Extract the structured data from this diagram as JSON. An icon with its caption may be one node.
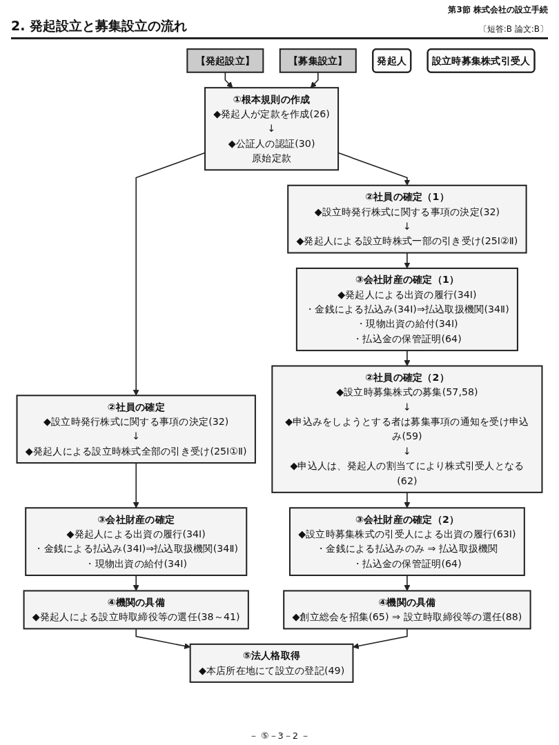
{
  "diagram": {
    "title": "2. 発起設立と募集設立の流れ",
    "nodes": [
      {
        "text": [
          "【発起設立】"
        ]
      },
      {
        "text": [
          "【募集設立】"
        ]
      },
      {
        "text": [
          "①根本規則の作成",
          "◆発起人が定款を作成(26)",
          "↓",
          "◆公証人の認証(30)",
          "原始定款"
        ]
      },
      {
        "text": [
          "②社員の確定",
          "◆設立時発行株式に関する事項の決定(32)",
          "↓",
          "◆発起人による設立時株式全部の引き受け(25Ⅰ①Ⅱ)"
        ]
      },
      {
        "text": [
          "発起人"
        ]
      },
      {
        "text": [
          "②社員の確定（1）",
          "◆設立時発行株式に関する事項の決定(32)",
          "↓",
          "◆発起人による設立時株式一部の引き受け(25Ⅰ②Ⅱ)"
        ]
      },
      {
        "text": [
          "③会社財産の確定",
          "◆発起人による出資の履行(34Ⅰ)",
          "・金銭による払込み(34Ⅰ)⇒払込取扱機関(34Ⅱ)",
          "・現物出資の給付(34Ⅰ)"
        ]
      },
      {
        "text": [
          "③会社財産の確定（1）",
          "◆発起人による出資の履行(34Ⅰ)",
          "・金銭による払込み(34Ⅰ)⇒払込取扱機関(34Ⅱ)",
          "・現物出資の給付(34Ⅰ)",
          "・払込金の保管証明(64)"
        ]
      },
      {
        "text": [
          "設立時募集株式引受人"
        ]
      },
      {
        "text": [
          "②社員の確定（2）",
          "◆設立時募集株式の募集(57,58)",
          "↓",
          "◆申込みをしようとする者は募集事項の通知を受け申込み(59)",
          "↓",
          "◆申込人は、発起人の割当てにより株式引受人となる(62)"
        ]
      },
      {
        "text": [
          "③会社財産の確定（2）",
          "◆設立時募集株式の引受人による出資の履行(63Ⅰ)",
          "・金銭による払込みのみ ⇒ 払込取扱機関",
          "・払込金の保管証明(64)"
        ]
      },
      {
        "text": [
          "④機関の具備",
          "◆発起人による設立時取締役等の選任(38～41)"
        ]
      },
      {
        "text": [
          "④機関の具備",
          "◆創立総会を招集(65) ⇒ 設立時取締役等の選任(88)"
        ]
      },
      {
        "text": [
          "⑤法人格取得",
          "◆本店所在地にて設立の登記(49)"
        ]
      }
    ],
    "edges": [
      {
        "from": 0,
        "to": 2,
        "arrow": "to"
      },
      {
        "from": 1,
        "to": 2,
        "arrow": "to"
      },
      {
        "from": 2,
        "to": 3,
        "arrow": "to"
      },
      {
        "from": 2,
        "to": 5,
        "arrow": "to"
      },
      {
        "from": 3,
        "to": 6,
        "arrow": "to"
      },
      {
        "from": 5,
        "to": 7,
        "arrow": "to"
      },
      {
        "from": 7,
        "to": 9,
        "arrow": "to"
      },
      {
        "from": 9,
        "to": 10,
        "arrow": "to"
      },
      {
        "from": 6,
        "to": 11,
        "arrow": "to"
      },
      {
        "from": 10,
        "to": 12,
        "arrow": "to"
      },
      {
        "from": 11,
        "to": 13,
        "arrow": "to"
      },
      {
        "from": 12,
        "to": 13,
        "arrow": "to"
      }
    ],
    "labels": [
      "第3節 株式会社の設立手続",
      "〔短答:B 論文:B〕",
      "－ ⑤－3－2 －"
    ]
  }
}
